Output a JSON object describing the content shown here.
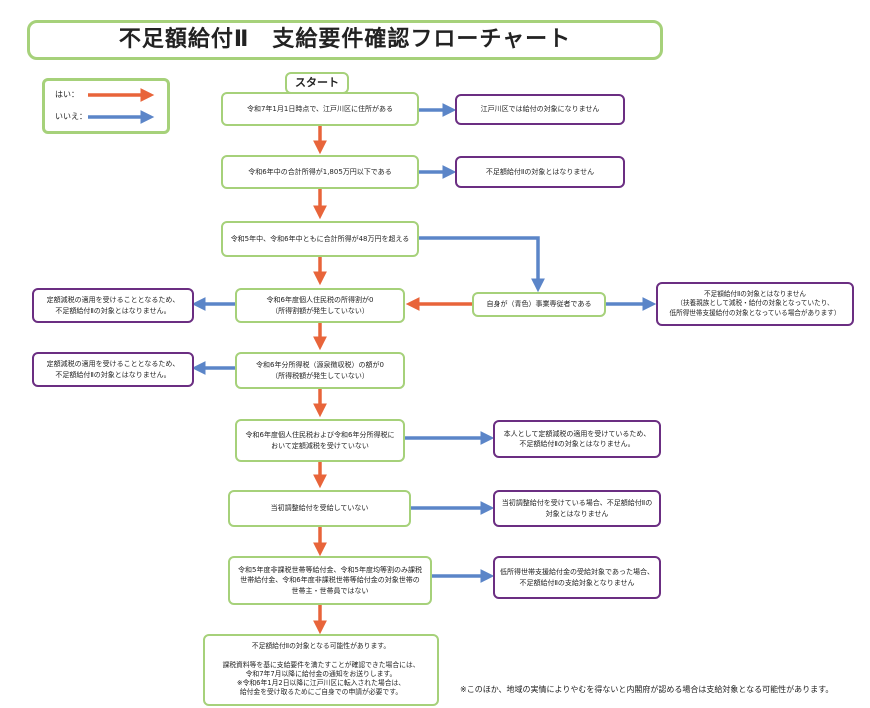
{
  "title": "不足額給付Ⅱ　支給要件確認フローチャート",
  "legend": {
    "yes": "はい：",
    "no": "いいえ："
  },
  "colors": {
    "yes": "#e8643a",
    "no": "#5b85c8",
    "green_border": "#a6d17a",
    "purple_border": "#6b2e82"
  },
  "start": "スタート",
  "steps": {
    "s1": "令和7年1月1日時点で、江戸川区に住所がある",
    "s2": "令和6年中の合計所得が1,805万円以下である",
    "s3": "令和5年中、令和6年中ともに合計所得が48万円を超える",
    "s4": "令和6年度個人住民税の所得割が0\n（所得割額が発生していない）",
    "s5": "令和6年分所得税（源泉徴収税）の額が0\n（所得税額が発生していない）",
    "s6": "令和6年度個人住民税および令和6年分所得税に\nおいて定額減税を受けていない",
    "s7": "当初調整給付を受給していない",
    "s8": "令和5年度非課税世帯等給付金、令和5年度均等割のみ課税\n世帯給付金、令和6年度非課税世帯等給付金の対象世帯の\n世帯主・世帯員ではない",
    "sb": "自身が（青色）事業専従者である",
    "final": "不足額給付Ⅱの対象となる可能性があります。\n\n課税資料等を基に支給要件を満たすことが確認できた場合には、\n令和7年7月以降に給付金の通知をお送りします。\n※令和6年1月2日以降に江戸川区に転入された場合は、\n給付金を受け取るためにご自身での申請が必要です。"
  },
  "results": {
    "r1": "江戸川区では給付の対象になりません",
    "r2": "不足額給付Ⅱの対象とはなりません",
    "r3": "不足額給付Ⅱの対象とはなりません\n（扶養親族として減税・給付の対象となっていたり、\n低所得世帯支援給付の対象となっている場合があります）",
    "r4": "定額減税の適用を受けることとなるため、\n不足額給付Ⅱの対象とはなりません。",
    "r5": "定額減税の適用を受けることとなるため、\n不足額給付Ⅱの対象とはなりません。",
    "r6": "本人として定額減税の適用を受けているため、\n不足額給付Ⅱの対象とはなりません。",
    "r7": "当初調整給付を受けている場合、不足額給付Ⅱの\n対象とはなりません",
    "r8": "低所得世帯支援給付金の受給対象であった場合、\n不足額給付Ⅱの支給対象となりません"
  },
  "footnote": "※このほか、地域の実情によりやむを得ないと内閣府が認める場合は支給対象となる可能性があります。"
}
